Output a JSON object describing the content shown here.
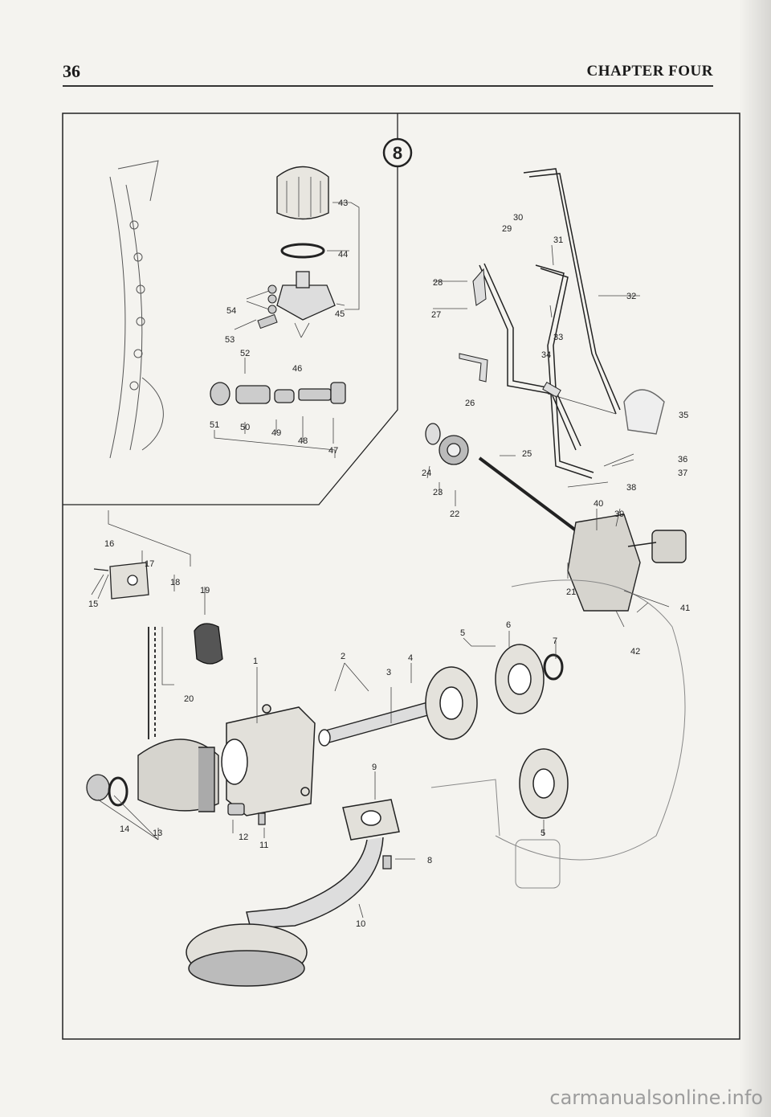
{
  "header": {
    "page_number": "36",
    "chapter": "CHAPTER FOUR"
  },
  "figure": {
    "badge": "8",
    "callouts": [
      "1",
      "2",
      "3",
      "4",
      "5",
      "6",
      "7",
      "8",
      "9",
      "10",
      "11",
      "12",
      "13",
      "14",
      "15",
      "16",
      "17",
      "18",
      "19",
      "20",
      "21",
      "22",
      "23",
      "24",
      "25",
      "26",
      "27",
      "28",
      "29",
      "30",
      "31",
      "32",
      "33",
      "34",
      "35",
      "36",
      "37",
      "38",
      "39",
      "40",
      "41",
      "42",
      "43",
      "44",
      "45",
      "46",
      "47",
      "48",
      "49",
      "50",
      "51",
      "52",
      "53",
      "54",
      "5"
    ]
  },
  "watermark": "carmanualsonline.info"
}
